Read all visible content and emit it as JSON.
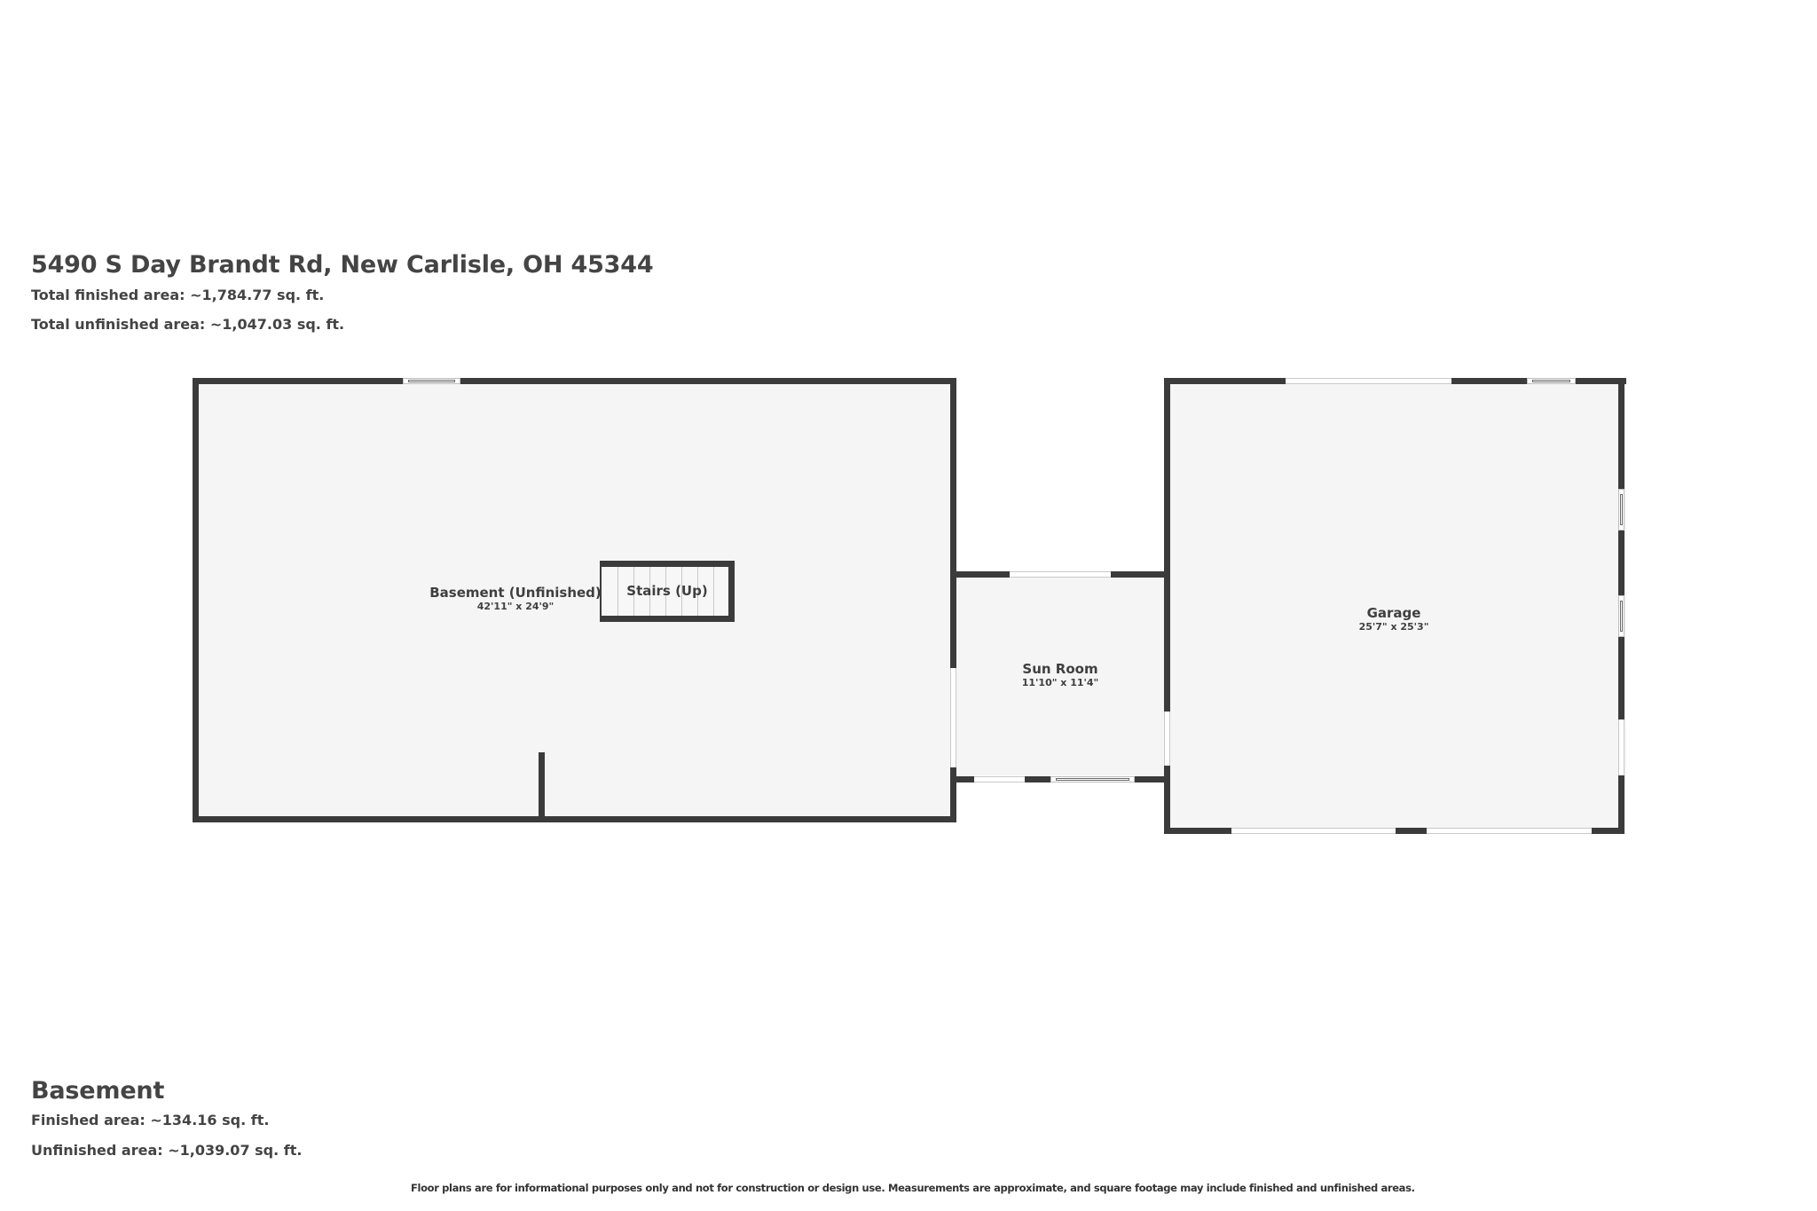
{
  "header": {
    "address": "5490 S Day Brandt Rd, New Carlisle, OH 45344",
    "total_finished": "Total finished area: ~1,784.77 sq. ft.",
    "total_unfinished": "Total unfinished area: ~1,047.03 sq. ft."
  },
  "rooms": {
    "basement": {
      "name": "Basement (Unfinished)",
      "dims": "42'11\" x 24'9\""
    },
    "stairs": {
      "name": "Stairs (Up)"
    },
    "sun_room": {
      "name": "Sun Room",
      "dims": "11'10\" x 11'4\""
    },
    "garage": {
      "name": "Garage",
      "dims": "25'7\" x 25'3\""
    }
  },
  "floor": {
    "title": "Basement",
    "finished": "Finished area: ~134.16 sq. ft.",
    "unfinished": "Unfinished area: ~1,039.07 sq. ft."
  },
  "footer": {
    "disclaimer": "Floor plans are for informational purposes only and not for construction or design use. Measurements are approximate, and square footage may include finished and unfinished areas."
  },
  "colors": {
    "wall": "#3b3b3b",
    "floor": "#f5f5f5",
    "text": "#444444"
  }
}
